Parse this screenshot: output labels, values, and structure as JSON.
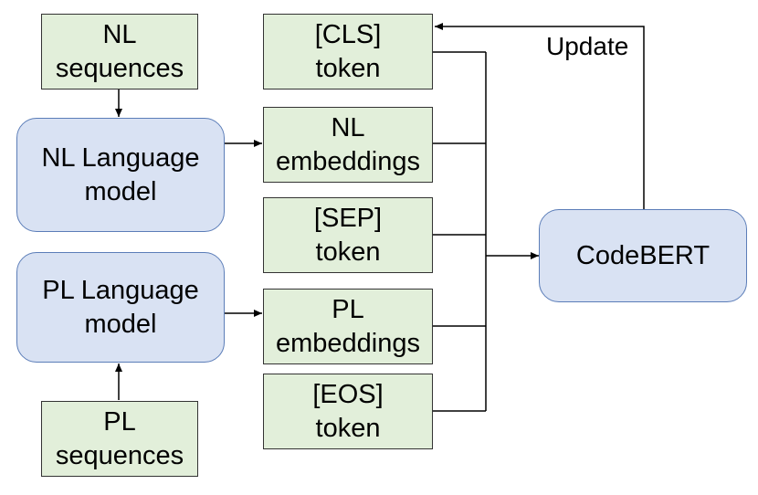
{
  "nodes": {
    "nl_sequences": "NL\nsequences",
    "pl_sequences": "PL\nsequences",
    "nl_language_model": "NL Language\nmodel",
    "pl_language_model": "PL Language\nmodel",
    "cls_token": "[CLS]\ntoken",
    "nl_embeddings": "NL\nembeddings",
    "sep_token": "[SEP]\ntoken",
    "pl_embeddings": "PL\nembeddings",
    "eos_token": "[EOS]\ntoken",
    "codebert": "CodeBERT"
  },
  "edge_labels": {
    "update": "Update"
  },
  "colors": {
    "input_fill": "#e2efda",
    "model_fill": "#d9e2f3",
    "model_border": "#5b7db8",
    "line": "#000000"
  }
}
